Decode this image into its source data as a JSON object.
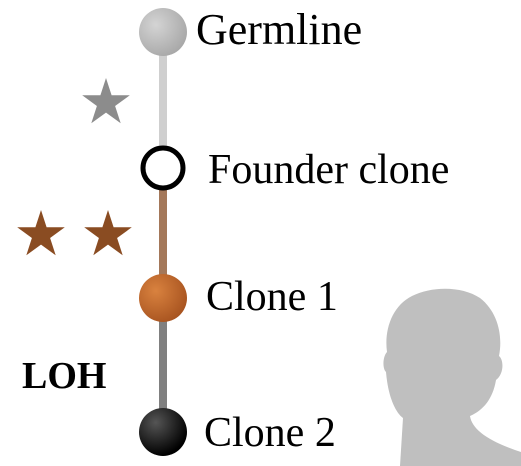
{
  "nodes": [
    {
      "id": "germline",
      "label": "Germline",
      "color": "#bdbdbd"
    },
    {
      "id": "founder",
      "label": "Founder clone",
      "color": "#ffffff"
    },
    {
      "id": "clone1",
      "label": "Clone 1",
      "color": "#c8682a"
    },
    {
      "id": "clone2",
      "label": "Clone 2",
      "color": "#111111"
    }
  ],
  "edges": [
    {
      "from": "germline",
      "to": "founder",
      "color": "#cfcfcf"
    },
    {
      "from": "founder",
      "to": "clone1",
      "color": "#a4785a"
    },
    {
      "from": "clone1",
      "to": "clone2",
      "color": "#808080"
    }
  ],
  "markers": {
    "germline_to_founder": {
      "star_count": 1,
      "color": "#8c8c8c"
    },
    "founder_to_clone1": {
      "star_count": 2,
      "color": "#8a4c22"
    },
    "clone1_to_clone2_label": "LOH"
  },
  "icons": {
    "patient": "head-silhouette-icon",
    "patient_color": "#bfbfbf"
  }
}
